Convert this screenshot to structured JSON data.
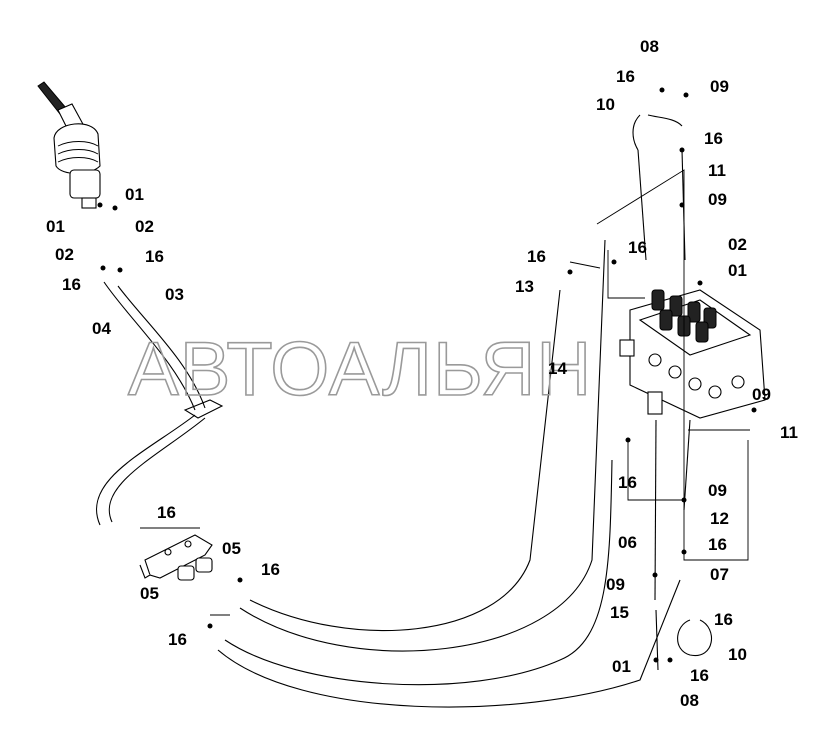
{
  "watermark": "АВТОАЛЬЯН",
  "callouts": [
    {
      "text": "08"
    },
    {
      "text": "16"
    },
    {
      "text": "09"
    },
    {
      "text": "10"
    },
    {
      "text": "16"
    },
    {
      "text": "11"
    },
    {
      "text": "09"
    },
    {
      "text": "01"
    },
    {
      "text": "01"
    },
    {
      "text": "02"
    },
    {
      "text": "02"
    },
    {
      "text": "16"
    },
    {
      "text": "16"
    },
    {
      "text": "03"
    },
    {
      "text": "04"
    },
    {
      "text": "16"
    },
    {
      "text": "16"
    },
    {
      "text": "13"
    },
    {
      "text": "02"
    },
    {
      "text": "01"
    },
    {
      "text": "14"
    },
    {
      "text": "09"
    },
    {
      "text": "11"
    },
    {
      "text": "16"
    },
    {
      "text": "09"
    },
    {
      "text": "16"
    },
    {
      "text": "12"
    },
    {
      "text": "05"
    },
    {
      "text": "06"
    },
    {
      "text": "16"
    },
    {
      "text": "16"
    },
    {
      "text": "05"
    },
    {
      "text": "09"
    },
    {
      "text": "07"
    },
    {
      "text": "15"
    },
    {
      "text": "16"
    },
    {
      "text": "16"
    },
    {
      "text": "10"
    },
    {
      "text": "01"
    },
    {
      "text": "16"
    },
    {
      "text": "08"
    }
  ]
}
